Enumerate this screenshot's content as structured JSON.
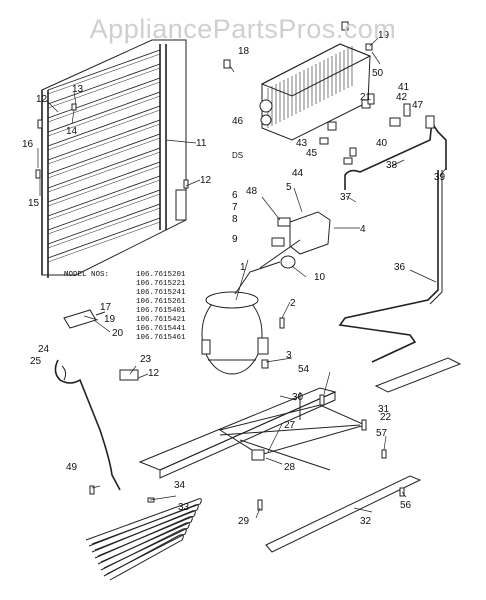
{
  "watermark": "AppliancePartsPros.com",
  "model_nos_label": "MODEL NOS:",
  "model_numbers": [
    "106.7615201",
    "106.7615221",
    "106.7615241",
    "106.7615261",
    "106.7615401",
    "106.7615421",
    "106.7615441",
    "106.7615461"
  ],
  "ds_label": "DS",
  "part_numbers": {
    "p1": "1",
    "p2": "2",
    "p3": "3",
    "p4": "4",
    "p5": "5",
    "p6": "6",
    "p7": "7",
    "p8": "8",
    "p9": "9",
    "p10": "10",
    "p11": "11",
    "p12a": "12",
    "p12b": "12",
    "p12c": "12",
    "p13": "13",
    "p14": "14",
    "p15": "15",
    "p16": "16",
    "p17": "17",
    "p18": "18",
    "p19": "19",
    "p20": "20",
    "p21": "21",
    "p22": "22",
    "p23": "23",
    "p24": "24",
    "p25": "25",
    "p27": "27",
    "p28": "28",
    "p29": "29",
    "p30": "30",
    "p31": "31",
    "p32": "32",
    "p33": "33",
    "p34": "34",
    "p36": "36",
    "p37": "37",
    "p38": "38",
    "p39": "39",
    "p40": "40",
    "p41": "41",
    "p42": "42",
    "p43": "43",
    "p44": "44",
    "p45": "45",
    "p46": "46",
    "p47": "47",
    "p48": "48",
    "p49": "49",
    "p50": "50",
    "p54": "54",
    "p56": "56",
    "p57": "57"
  }
}
